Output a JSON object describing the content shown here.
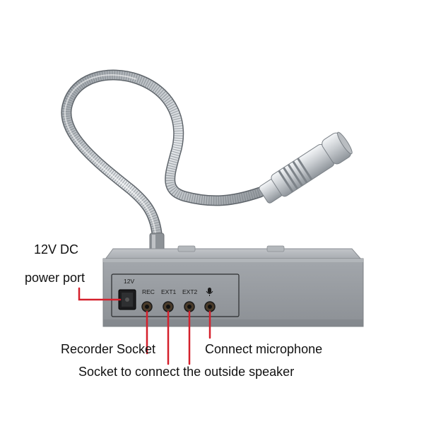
{
  "callouts": {
    "power_line1": "12V DC",
    "power_line2": "power port",
    "recorder": "Recorder Socket",
    "microphone": "Connect microphone",
    "speaker": "Socket to connect the outside speaker"
  },
  "panel_labels": {
    "dc": "12V",
    "rec": "REC",
    "ext1": "EXT1",
    "ext2": "EXT2"
  },
  "icons": {
    "mic_symbol": "microphone-icon",
    "ports": "audio-jack-icon",
    "dc_port": "dc-power-jack-icon"
  },
  "colors": {
    "pointer_lines": "#d5202c",
    "device_body": "#9a9ea3",
    "background": "#ffffff"
  }
}
